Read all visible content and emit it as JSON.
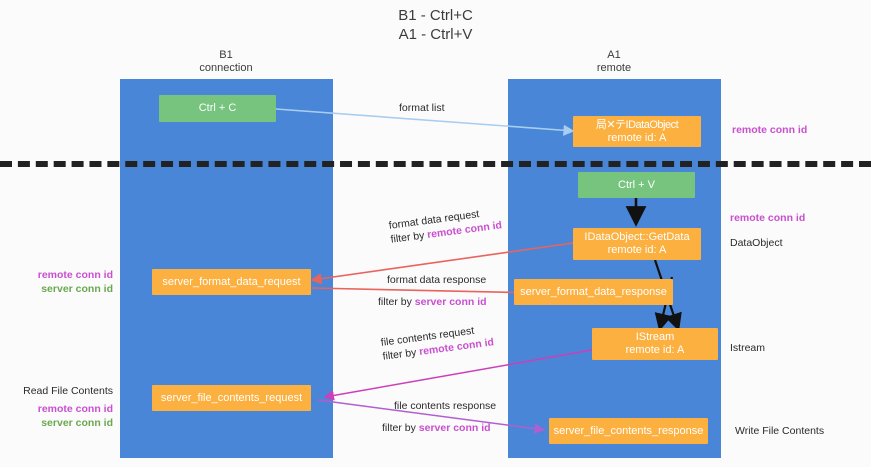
{
  "title": {
    "line1": "B1 - Ctrl+C",
    "line2": "A1 - Ctrl+V"
  },
  "columns": [
    {
      "name": "B1",
      "sub": "connection"
    },
    {
      "name": "A1",
      "sub": "remote"
    }
  ],
  "nodes": {
    "ctrl_c": {
      "label": "Ctrl + C"
    },
    "ctrl_v": {
      "label": "Ctrl + V"
    },
    "idataobject": {
      "line1": "局✕テIDataObject",
      "line2": "remote id: A"
    },
    "getdata": {
      "line1": "IDataObject::GetData",
      "line2": "remote id: A"
    },
    "istream": {
      "line1": "IStream",
      "line2": "remote id: A"
    },
    "server_format_data_request": {
      "label": "server_format_data_request"
    },
    "server_format_data_response": {
      "label": "server_format_data_response"
    },
    "server_file_contents_request": {
      "label": "server_file_contents_request"
    },
    "server_file_contents_response": {
      "label": "server_file_contents_response"
    }
  },
  "edges": {
    "format_list": {
      "label": "format list"
    },
    "format_data_request": {
      "line1": "format data request",
      "prefix": "filter by ",
      "key": "remote conn id"
    },
    "format_data_response": {
      "line1": "format data response",
      "prefix": "filter by ",
      "key": "server conn id"
    },
    "file_contents_request": {
      "line1": "file contents request",
      "prefix": "filter by ",
      "key": "remote conn id"
    },
    "file_contents_response": {
      "line1": "file contents response",
      "prefix": "filter by ",
      "key": "server conn id"
    }
  },
  "annotations": {
    "right_remote_conn_top": "remote conn id",
    "right_remote_conn_mid": "remote conn id",
    "right_dataobject": "DataObject",
    "right_istream": "Istream",
    "right_write_file_contents": "Write File Contents",
    "left_remote_conn_id": "remote conn id",
    "left_server_conn_id": "server conn id",
    "left_read_file_contents": "Read File Contents",
    "left_remote_conn_id2": "remote conn id",
    "left_server_conn_id2": "server conn id"
  },
  "colors": {
    "lane": "#4a86d8",
    "green_box": "#77c47e",
    "orange_box": "#fbb040",
    "purple_text": "#c94fd0",
    "green_text": "#6aa84f",
    "arrow_blue": "#a9cdf0",
    "arrow_red": "#e8645c",
    "arrow_magenta": "#cc3fb8",
    "arrow_purple": "#b05fd0",
    "arrow_black": "#111111",
    "background": "#fbfbfb"
  }
}
